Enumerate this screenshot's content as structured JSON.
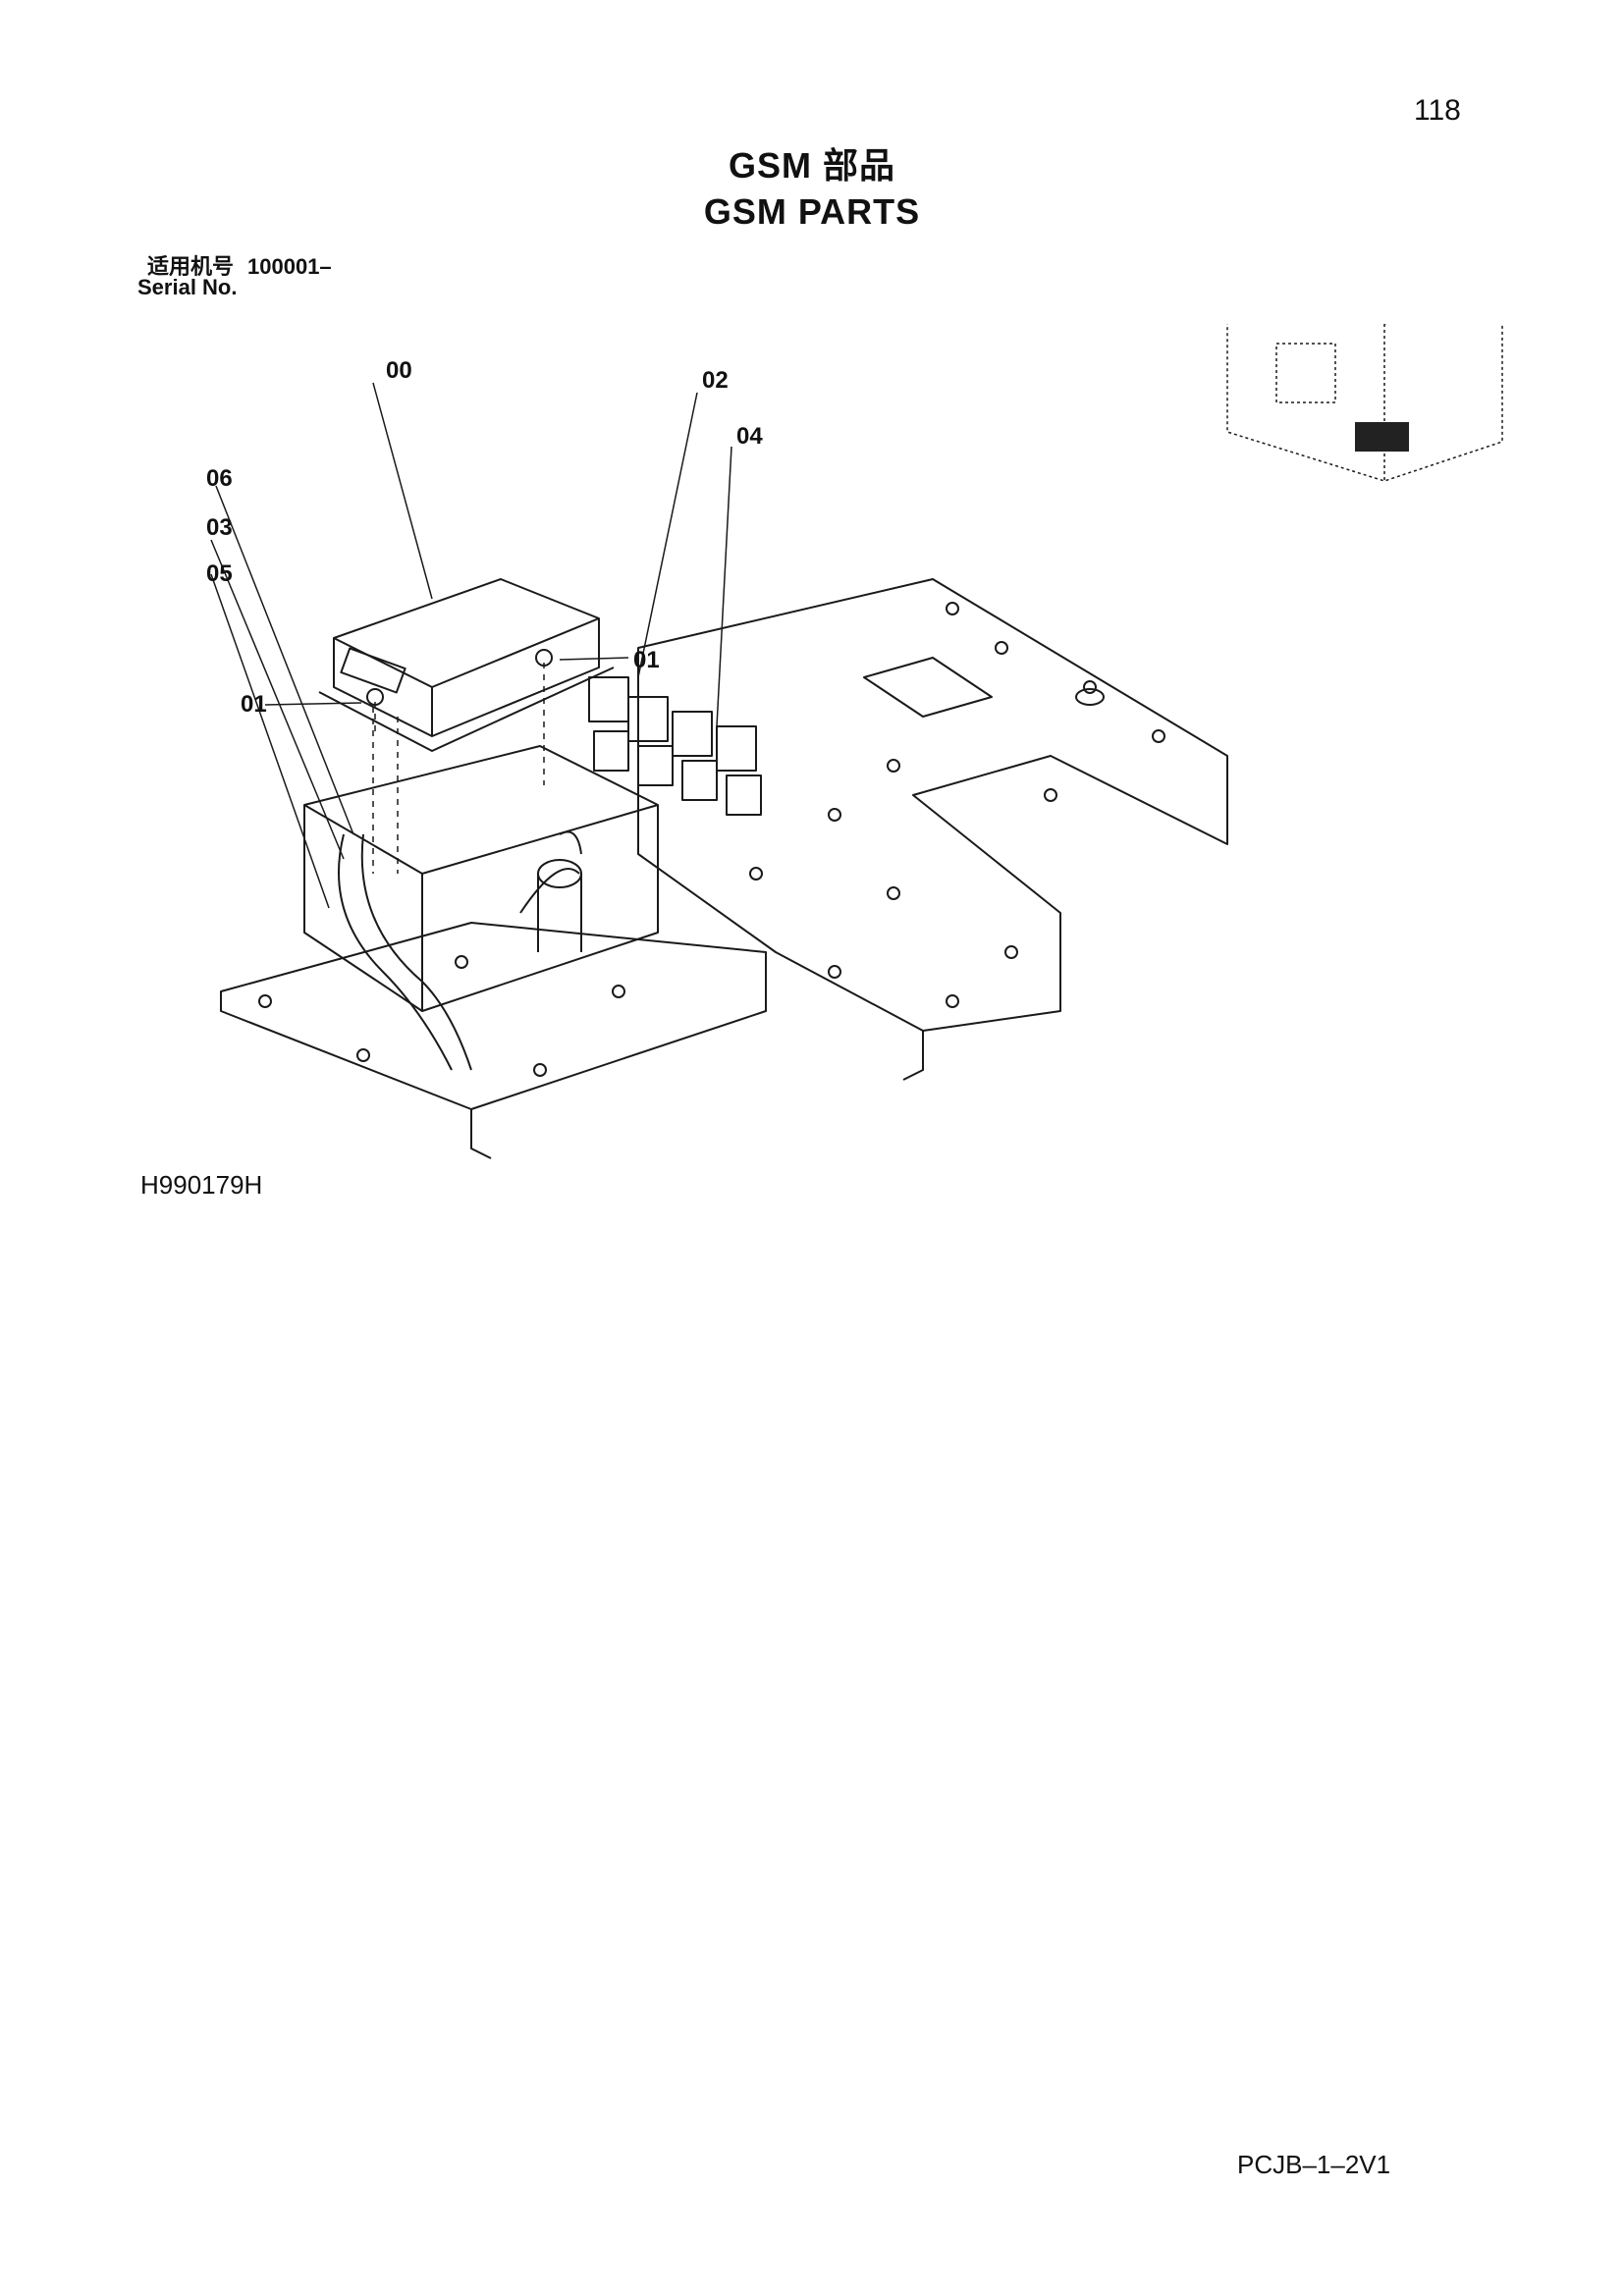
{
  "header": {
    "page_number": "118",
    "title_cn": "GSM 部品",
    "title_en": "GSM PARTS"
  },
  "serial": {
    "label_cn": "适用机号",
    "value": "100001–",
    "label_en": "Serial No."
  },
  "drawing": {
    "callouts": [
      "00",
      "01",
      "01",
      "02",
      "04",
      "06",
      "03",
      "05"
    ],
    "drawing_number": "H990179H"
  },
  "footer": {
    "doc_code": "PCJB–1–2V1"
  }
}
